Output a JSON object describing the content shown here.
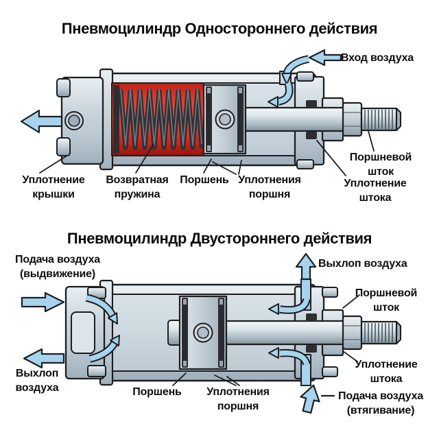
{
  "single": {
    "title": "Пневмоцилиндр Одностороннего действия",
    "labels": {
      "air_inlet": "Вход воздуха",
      "piston_rod": "Поршневой\nшток",
      "rod_seal": "Уплотнение\nштока",
      "cap_seal": "Уплотнение\nкрышки",
      "return_spring": "Возвратная\nпружина",
      "piston": "Поршень",
      "piston_seals": "Уплотнения\nпоршня"
    }
  },
  "double": {
    "title": "Пневмоцилиндр Двустороннего действия",
    "labels": {
      "air_supply_extend": "Подача воздуха\n(выдвижение)",
      "air_exhaust_top": "Выхлоп воздуха",
      "piston_rod": "Поршневой\nшток",
      "rod_seal": "Уплотнение\nштока",
      "air_exhaust_left": "Выхлоп\nвоздуха",
      "piston": "Поршень",
      "piston_seals": "Уплотнения\nпоршня",
      "air_supply_retract": "Подача воздуха\n(втягивание)"
    }
  },
  "colors": {
    "spring_chamber_red": "#e03428",
    "arrow_blue": "#a6d4ee",
    "body_gray": "#c6d2da",
    "outline": "#1d1d1f"
  }
}
